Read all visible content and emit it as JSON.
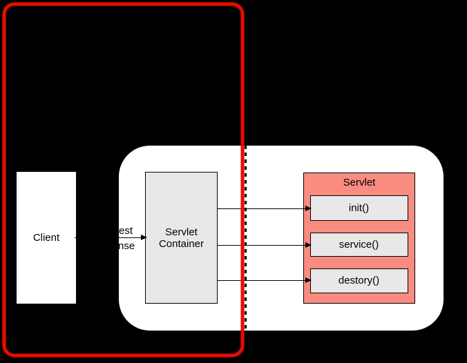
{
  "diagram": {
    "background_color": "#000000",
    "annotation": {
      "shape": "rounded-rectangle",
      "color": "#e90d00"
    },
    "panel": {
      "color": "#ffffff"
    },
    "client": {
      "label": "Client",
      "fill": "#ffffff"
    },
    "request_response": {
      "request_fragment": "est",
      "response_fragment": "nse"
    },
    "servlet_container": {
      "label_lines": [
        "Servlet",
        "Container"
      ],
      "fill": "#e8e8e8"
    },
    "servlet": {
      "title": "Servlet",
      "fill": "#f98b80",
      "methods": [
        "init()",
        "service()",
        "destory()"
      ],
      "method_fill": "#e8e8e8"
    }
  }
}
